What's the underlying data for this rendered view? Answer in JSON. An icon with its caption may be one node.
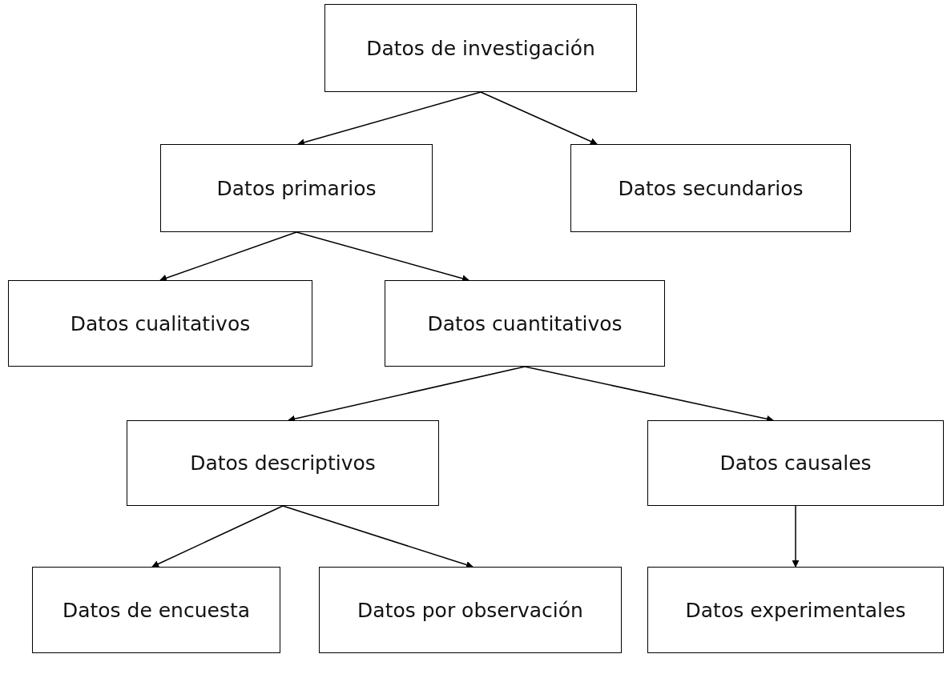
{
  "diagram": {
    "nodes": [
      {
        "text": [
          "Datos de investigación"
        ]
      },
      {
        "text": [
          "Datos primarios"
        ]
      },
      {
        "text": [
          "Datos secundarios"
        ]
      },
      {
        "text": [
          "Datos cualitativos"
        ]
      },
      {
        "text": [
          "Datos cuantitativos"
        ]
      },
      {
        "text": [
          "Datos descriptivos"
        ]
      },
      {
        "text": [
          "Datos causales"
        ]
      },
      {
        "text": [
          "Datos de encuesta"
        ]
      },
      {
        "text": [
          "Datos por observación"
        ]
      },
      {
        "text": [
          "Datos experimentales"
        ]
      }
    ],
    "edges": [
      {
        "from": 0,
        "to": 1,
        "arrow": "to"
      },
      {
        "from": 0,
        "to": 2,
        "arrow": "to"
      },
      {
        "from": 1,
        "to": 3,
        "arrow": "to"
      },
      {
        "from": 1,
        "to": 4,
        "arrow": "to"
      },
      {
        "from": 4,
        "to": 5,
        "arrow": "to"
      },
      {
        "from": 4,
        "to": 6,
        "arrow": "to"
      },
      {
        "from": 5,
        "to": 7,
        "arrow": "to"
      },
      {
        "from": 5,
        "to": 8,
        "arrow": "to"
      },
      {
        "from": 6,
        "to": 9,
        "arrow": "to"
      }
    ]
  }
}
